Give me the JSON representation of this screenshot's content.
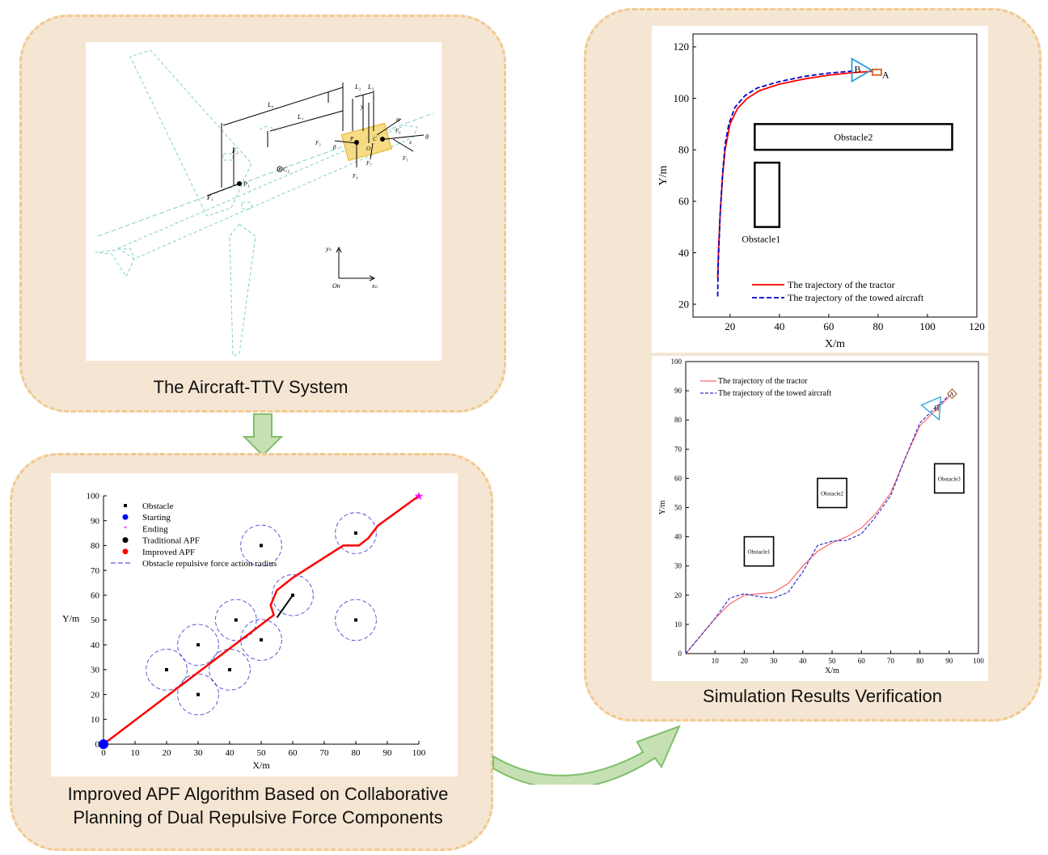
{
  "panels": {
    "aircraft": {
      "caption": "The Aircraft-TTV System"
    },
    "apf": {
      "caption_line1": "Improved APF Algorithm Based on Collaborative",
      "caption_line2": "Planning of Dual Repulsive Force Components"
    },
    "sim": {
      "caption": "Simulation Results Verification"
    }
  },
  "aircraft_diagram": {
    "labels": {
      "L0": "L₀",
      "L1": "L₁",
      "L2": "L₂",
      "L3": "L₃",
      "y": "y",
      "alpha": "α",
      "theta": "θ",
      "x": "x",
      "P1": "P₁",
      "C2": "C₂",
      "F1": "F₁",
      "F2": "F₂",
      "F3": "F₃",
      "F4": "F₄",
      "F5": "F₅",
      "F6": "F₆",
      "F7": "F₇",
      "beta": "β",
      "C": "C",
      "O": "O",
      "P": "P"
    },
    "axes": {
      "y": "yₙ",
      "x": "xₙ",
      "origin": "On"
    }
  },
  "chart_data": [
    {
      "type": "scatter",
      "title": "",
      "xlabel": "X/m",
      "ylabel": "Y/m",
      "xlim": [
        0,
        100
      ],
      "ylim": [
        0,
        100
      ],
      "xticks": [
        0,
        10,
        20,
        30,
        40,
        50,
        60,
        70,
        80,
        90,
        100
      ],
      "yticks": [
        0,
        10,
        20,
        30,
        40,
        50,
        60,
        70,
        80,
        90,
        100
      ],
      "legend": [
        "Obstacle",
        "Starting",
        "Ending",
        "Traditional APF",
        "Improved APF",
        "Obstacle repulsive force action radius"
      ],
      "legend_position": "top-left",
      "obstacles": [
        [
          20,
          30
        ],
        [
          30,
          40
        ],
        [
          30,
          20
        ],
        [
          40,
          30
        ],
        [
          42,
          50
        ],
        [
          50,
          42
        ],
        [
          50,
          80
        ],
        [
          60,
          60
        ],
        [
          80,
          85
        ],
        [
          80,
          50
        ]
      ],
      "start": [
        0,
        0
      ],
      "end": [
        100,
        100
      ],
      "traditional_path": [
        [
          55,
          51
        ],
        [
          60,
          60
        ]
      ],
      "improved_path": [
        [
          0,
          0
        ],
        [
          54,
          52
        ],
        [
          53,
          56
        ],
        [
          55,
          62
        ],
        [
          60,
          67
        ],
        [
          76,
          80
        ],
        [
          78,
          80
        ],
        [
          81,
          80
        ],
        [
          84,
          83
        ],
        [
          87,
          88
        ],
        [
          100,
          100
        ]
      ],
      "colors": {
        "obstacle": "#000000",
        "start": "#0000ff",
        "end": "#ff00ff",
        "traditional": "#000000",
        "improved": "#ff0000",
        "radius": "#3333cc"
      }
    },
    {
      "type": "line",
      "title": "",
      "xlabel": "X/m",
      "ylabel": "Y/m",
      "xlim": [
        5,
        120
      ],
      "ylim": [
        15,
        125
      ],
      "xticks": [
        20,
        40,
        60,
        80,
        100,
        120
      ],
      "yticks": [
        20,
        40,
        60,
        80,
        100,
        120
      ],
      "legend_position": "bottom-center",
      "series": [
        {
          "name": "The trajectory of the tractor",
          "color": "#ff0000",
          "style": "solid",
          "x": [
            15,
            15.3,
            16,
            17,
            18,
            20,
            23,
            27,
            32,
            40,
            50,
            60,
            70,
            78
          ],
          "y": [
            30,
            40,
            55,
            70,
            80,
            90,
            96,
            100,
            103,
            105.5,
            107.5,
            109,
            110,
            110.5
          ]
        },
        {
          "name": "The trajectory of the towed aircraft",
          "color": "#0000cc",
          "style": "dashed",
          "x": [
            15,
            15.2,
            16,
            17,
            18,
            19.5,
            22,
            26,
            31,
            40,
            50,
            60,
            70
          ],
          "y": [
            23,
            35,
            55,
            71,
            82,
            90,
            96.5,
            101,
            104,
            106.5,
            108.5,
            109.8,
            110.6
          ]
        }
      ],
      "obstacles": [
        {
          "label": "Obstacle2",
          "x": [
            30,
            110
          ],
          "y": [
            80,
            90
          ]
        },
        {
          "label": "Obstacle1",
          "x": [
            30,
            40
          ],
          "y": [
            50,
            75
          ]
        }
      ],
      "markers": [
        {
          "label": "A",
          "x": 79,
          "y": 110
        },
        {
          "label": "B",
          "x": 72,
          "y": 111
        }
      ]
    },
    {
      "type": "line",
      "title": "",
      "xlabel": "X/m",
      "ylabel": "Y/m",
      "xlim": [
        0,
        100
      ],
      "ylim": [
        0,
        100
      ],
      "xticks": [
        10,
        20,
        30,
        40,
        50,
        60,
        70,
        80,
        90,
        100
      ],
      "yticks": [
        0,
        10,
        20,
        30,
        40,
        50,
        60,
        70,
        80,
        90,
        100
      ],
      "legend_position": "top-left",
      "series": [
        {
          "name": "The trajectory of the tractor",
          "color": "#ff6666",
          "style": "solid",
          "x": [
            0,
            5,
            10,
            15,
            20,
            25,
            30,
            35,
            40,
            45,
            50,
            55,
            60,
            65,
            70,
            75,
            80,
            85,
            88,
            90
          ],
          "y": [
            0,
            6,
            12,
            17,
            20,
            20.5,
            21,
            24,
            30,
            35,
            38,
            40,
            43,
            48,
            55,
            67,
            78,
            83,
            86,
            88
          ]
        },
        {
          "name": "The trajectory of the towed aircraft",
          "color": "#3333cc",
          "style": "dashed",
          "x": [
            0,
            5,
            10,
            15,
            20,
            25,
            30,
            35,
            40,
            45,
            50,
            55,
            60,
            65,
            70,
            75,
            80,
            85,
            88,
            90
          ],
          "y": [
            0,
            6,
            12,
            19,
            20.5,
            19.5,
            19,
            21,
            28,
            37,
            38.5,
            38.8,
            41,
            47,
            54,
            67,
            79,
            84,
            86.5,
            88.5
          ]
        }
      ],
      "obstacles": [
        {
          "label": "Obstacle1",
          "x": [
            20,
            30
          ],
          "y": [
            30,
            40
          ]
        },
        {
          "label": "Obstacle2",
          "x": [
            45,
            55
          ],
          "y": [
            50,
            60
          ]
        },
        {
          "label": "Obstacle3",
          "x": [
            85,
            95
          ],
          "y": [
            55,
            65
          ]
        }
      ],
      "markers": [
        {
          "label": "A",
          "x": 91,
          "y": 89
        },
        {
          "label": "B",
          "x": 86,
          "y": 84
        }
      ]
    }
  ]
}
